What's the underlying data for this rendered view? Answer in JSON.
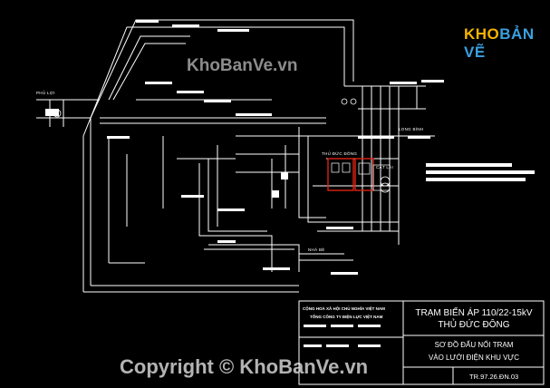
{
  "logo": {
    "brand_main": "KHO",
    "brand_accent": "BẢN VẼ"
  },
  "watermarks": {
    "top": "KhoBanVe.vn",
    "bottom": "Copyright © KhoBanVe.vn"
  },
  "title_block": {
    "org_line1": "CỘNG HOÀ XÃ HỘI CHỦ NGHĨA VIỆT NAM",
    "org_line2": "TỔNG CÔNG TY ĐIỆN LỰC VIỆT NAM",
    "title_line1": "TRẠM BIẾN ÁP 110/22-15kV",
    "title_line2": "THỦ ĐỨC ĐÔNG",
    "subtitle_line1": "SƠ ĐỒ ĐẤU NỐI TRẠM",
    "subtitle_line2": "VÀO LƯỚI ĐIỆN KHU VỰC",
    "drawing_code": "TR.97.26.ĐN.03"
  },
  "labels": {
    "l1": "PHỦ LỢI",
    "l2": "THỦ ĐỨC ĐÔNG",
    "l3": "CÁT LÁI",
    "l4": "NHÀ BÈ",
    "l5": "LONG BÌNH"
  }
}
